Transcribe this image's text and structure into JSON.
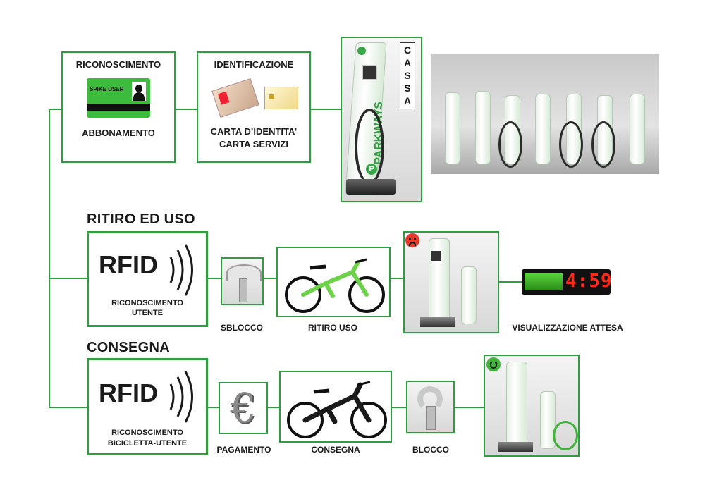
{
  "top": {
    "riconoscimento": {
      "title": "RICONOSCIMENTO",
      "card_label": "SPIKE USER",
      "caption": "ABBONAMENTO"
    },
    "identificazione": {
      "title": "IDENTIFICAZIONE",
      "caption_line1": "CARTA D’IDENTITA’",
      "caption_line2": "CARTA SERVIZI"
    },
    "cassa": {
      "letters": [
        "C",
        "A",
        "S",
        "S",
        "A"
      ],
      "brand": "PARKWAYS"
    }
  },
  "ritiro": {
    "section_title": "RITIRO ED USO",
    "rfid_text": "RFID",
    "rfid_caption_line1": "RICONOSCIMENTO",
    "rfid_caption_line2": "UTENTE",
    "step_sblocco": "SBLOCCO",
    "step_ritiro": "RITIRO USO",
    "step_visualizzazione": "VISUALIZZAZIONE ATTESA",
    "display_digits": "4:59"
  },
  "consegna": {
    "section_title": "CONSEGNA",
    "rfid_text": "RFID",
    "rfid_caption_line1": "RICONOSCIMENTO",
    "rfid_caption_line2": "BICICLETTA-UTENTE",
    "step_pagamento": "PAGAMENTO",
    "step_consegna": "CONSEGNA",
    "step_blocco": "BLOCCO",
    "euro_symbol": "€"
  },
  "colors": {
    "accent": "#2e9e3e",
    "sad": "#e43a2a",
    "happy": "#3fb33a",
    "display_red": "#ff2a1a"
  },
  "icons": [
    "id-card-icon",
    "rfid-waves-icon",
    "sad-face-icon",
    "happy-face-icon",
    "euro-icon",
    "bicycle-icon"
  ]
}
